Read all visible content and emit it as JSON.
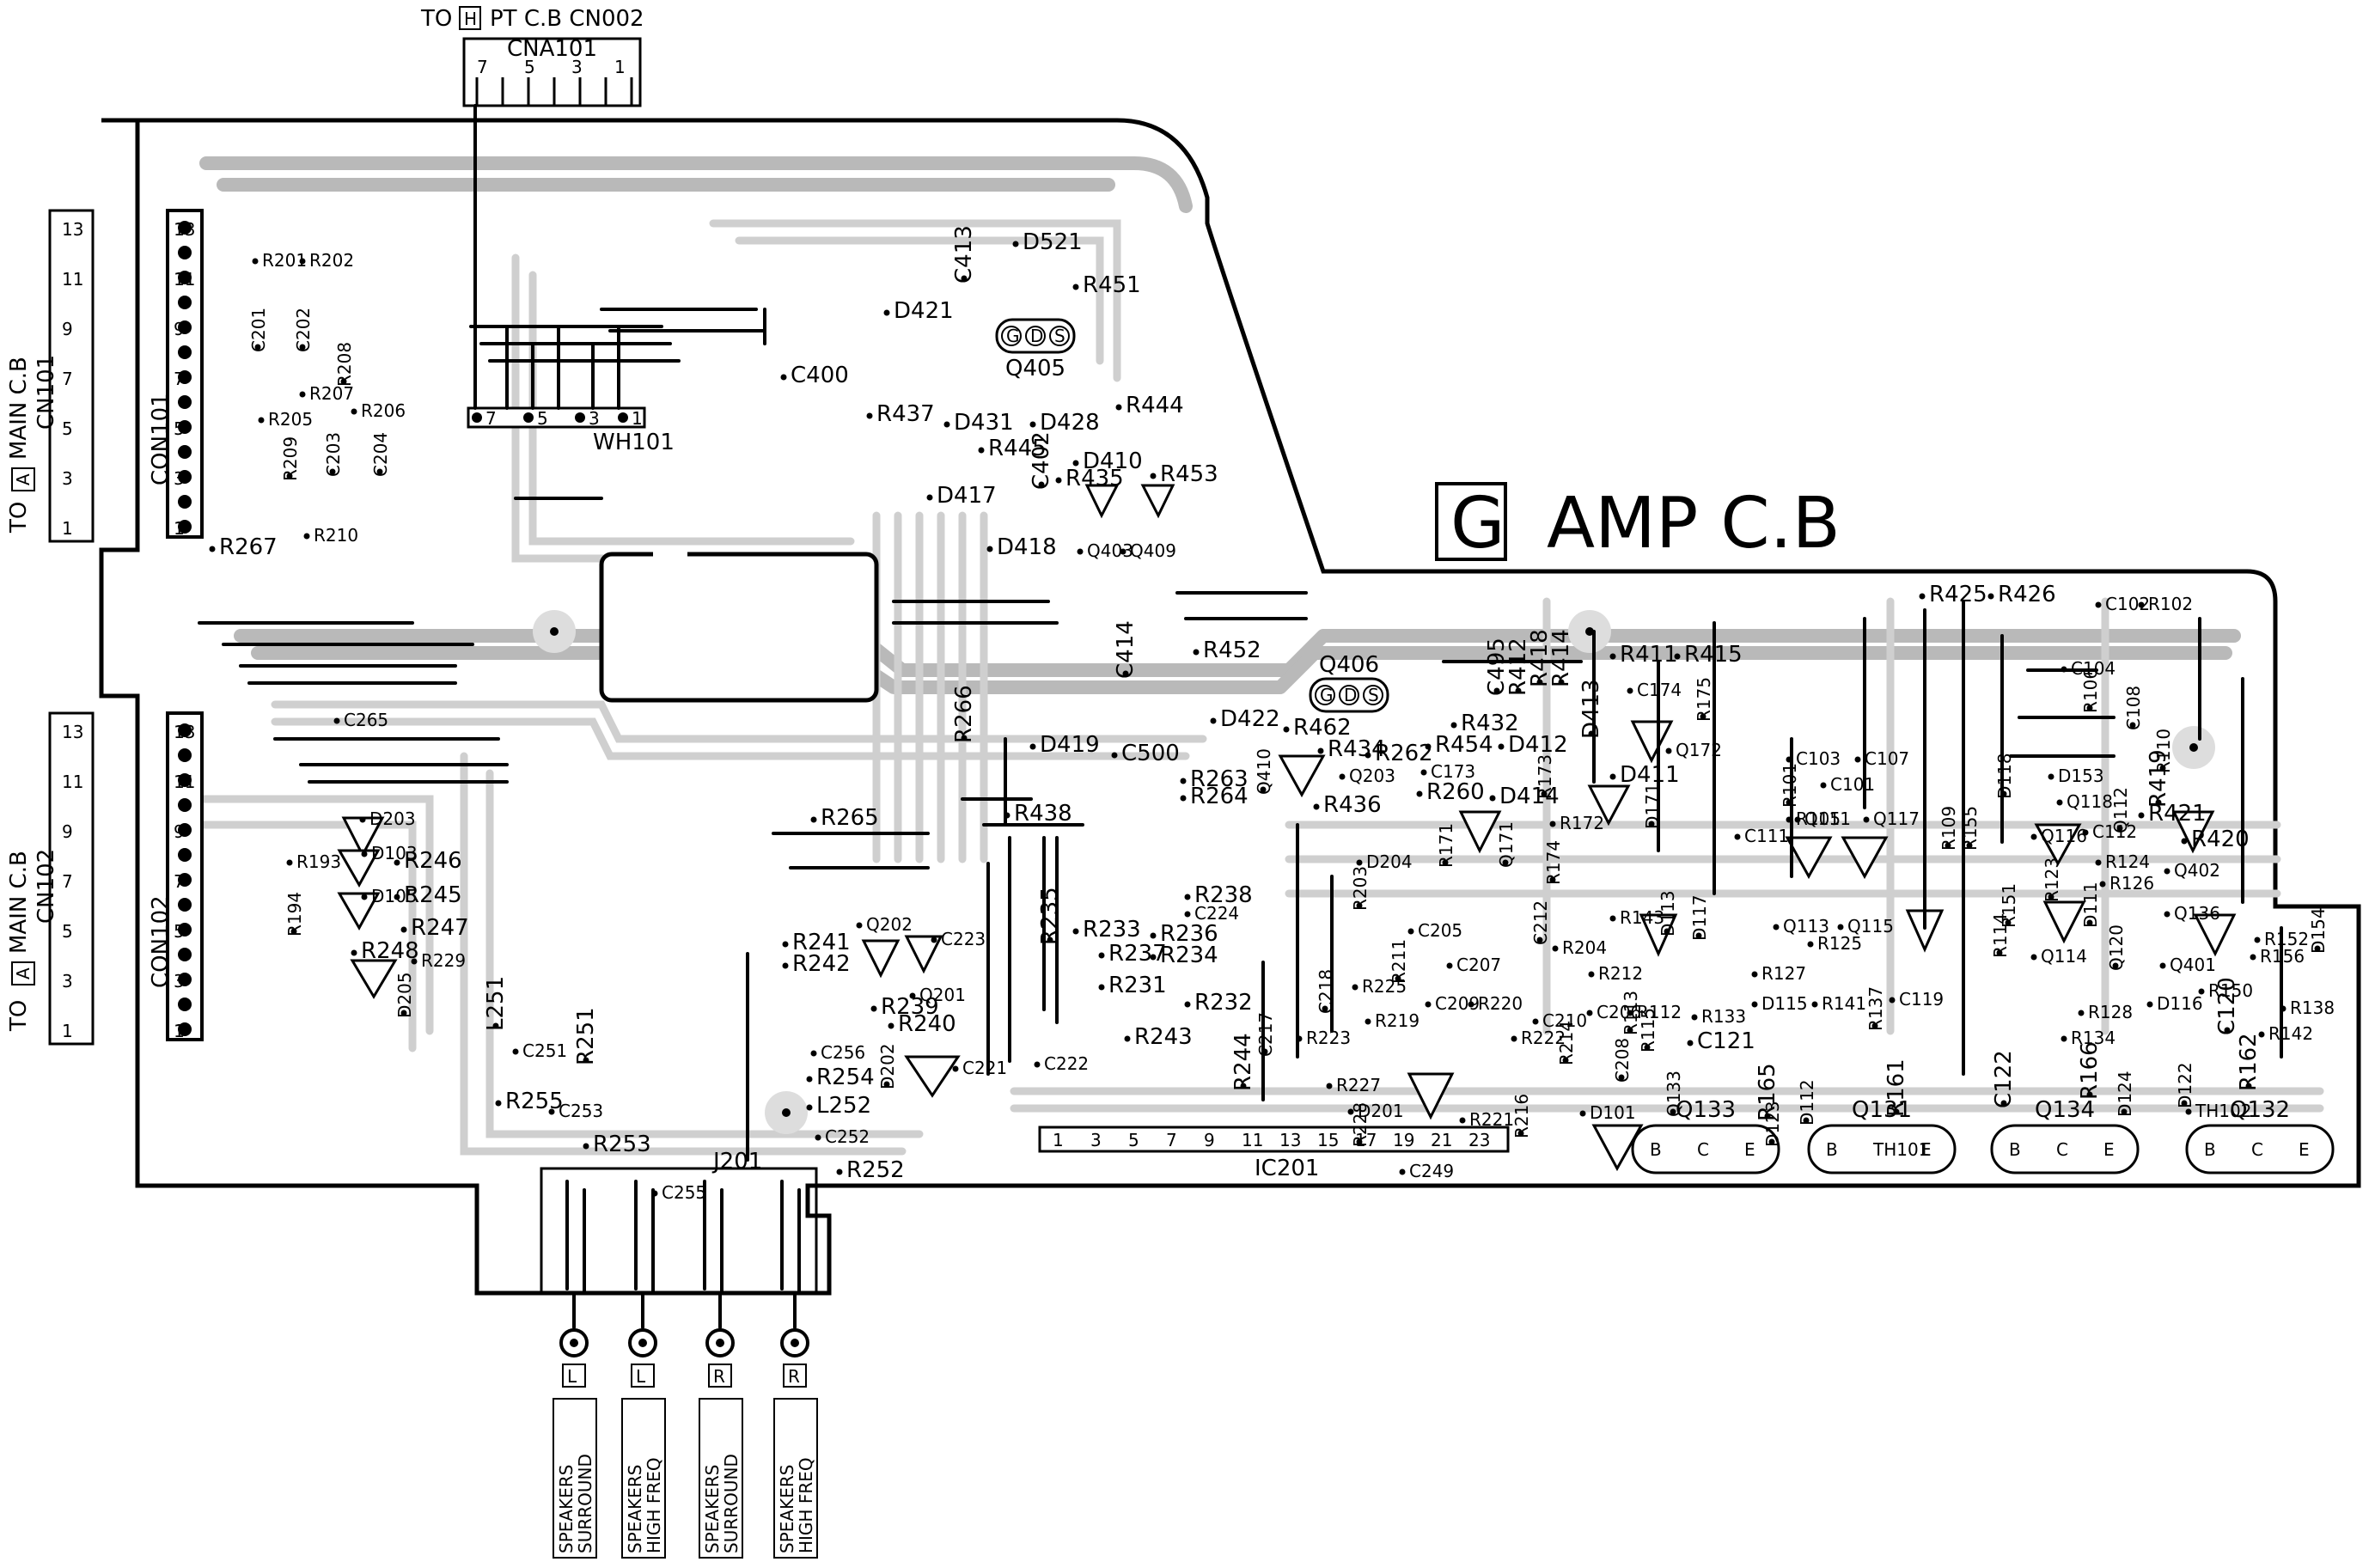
{
  "board_title": {
    "box_letter": "G",
    "text": "AMP C.B"
  },
  "top_link": {
    "prefix": "TO",
    "box_letter": "H",
    "text": "PT C.B CN002",
    "connector": "CNA101",
    "pins": [
      "7",
      "5",
      "3",
      "1"
    ]
  },
  "left_links": [
    {
      "prefix": "TO",
      "box_letter": "A",
      "text": "MAIN C.B",
      "sub": "CN101",
      "connector": "CON101",
      "pins": [
        "13",
        "11",
        "9",
        "7",
        "5",
        "3",
        "1"
      ]
    },
    {
      "prefix": "TO",
      "box_letter": "A",
      "text": "MAIN C.B",
      "sub": "CN102",
      "connector": "CON102",
      "pins": [
        "13",
        "11",
        "9",
        "7",
        "5",
        "3",
        "1"
      ]
    }
  ],
  "wire_harness": {
    "name": "WH101",
    "pins": [
      "7",
      "5",
      "3",
      "1"
    ]
  },
  "ic": {
    "name": "IC201",
    "pins": [
      "1",
      "3",
      "5",
      "7",
      "9",
      "11",
      "13",
      "15",
      "17",
      "19",
      "21",
      "23"
    ]
  },
  "jack": {
    "name": "J201"
  },
  "outputs": [
    {
      "channel": "L",
      "line1": "SPEAKERS",
      "line2": "SURROUND"
    },
    {
      "channel": "L",
      "line1": "SPEAKERS",
      "line2": "HIGH FREQ"
    },
    {
      "channel": "R",
      "line1": "SPEAKERS",
      "line2": "SURROUND"
    },
    {
      "channel": "R",
      "line1": "SPEAKERS",
      "line2": "HIGH FREQ"
    }
  ],
  "transistors_large": [
    {
      "name": "Q133",
      "pins": [
        "B",
        "C",
        "E"
      ]
    },
    {
      "name": "Q131",
      "pins": [
        "B",
        "TH101",
        "E"
      ]
    },
    {
      "name": "Q134",
      "pins": [
        "B",
        "C",
        "E"
      ]
    },
    {
      "name": "Q132",
      "pins": [
        "B",
        "C",
        "E"
      ]
    }
  ],
  "transistor_groups": [
    {
      "name": "Q405",
      "pins": [
        "G",
        "D",
        "S"
      ]
    },
    {
      "name": "Q406",
      "pins": [
        "G",
        "D",
        "S"
      ]
    }
  ],
  "components": [
    {
      "ref": "D521"
    },
    {
      "ref": "C413"
    },
    {
      "ref": "R451"
    },
    {
      "ref": "D421"
    },
    {
      "ref": "C400"
    },
    {
      "ref": "R437"
    },
    {
      "ref": "D431"
    },
    {
      "ref": "D428"
    },
    {
      "ref": "R444"
    },
    {
      "ref": "R445"
    },
    {
      "ref": "D410"
    },
    {
      "ref": "R453"
    },
    {
      "ref": "R435"
    },
    {
      "ref": "D417"
    },
    {
      "ref": "C402"
    },
    {
      "ref": "D418"
    },
    {
      "ref": "Q403"
    },
    {
      "ref": "Q409"
    },
    {
      "ref": "R201"
    },
    {
      "ref": "R202"
    },
    {
      "ref": "C201"
    },
    {
      "ref": "C202"
    },
    {
      "ref": "R208"
    },
    {
      "ref": "R207"
    },
    {
      "ref": "R205"
    },
    {
      "ref": "R206"
    },
    {
      "ref": "R209"
    },
    {
      "ref": "C203"
    },
    {
      "ref": "C204"
    },
    {
      "ref": "R267"
    },
    {
      "ref": "R210"
    },
    {
      "ref": "C414"
    },
    {
      "ref": "R452"
    },
    {
      "ref": "D422"
    },
    {
      "ref": "R266"
    },
    {
      "ref": "D419"
    },
    {
      "ref": "C500"
    },
    {
      "ref": "C265"
    },
    {
      "ref": "R265"
    },
    {
      "ref": "R438"
    },
    {
      "ref": "R263"
    },
    {
      "ref": "R264"
    },
    {
      "ref": "Q410"
    },
    {
      "ref": "R462"
    },
    {
      "ref": "R434"
    },
    {
      "ref": "R436"
    },
    {
      "ref": "D204"
    },
    {
      "ref": "R262"
    },
    {
      "ref": "Q203"
    },
    {
      "ref": "D203"
    },
    {
      "ref": "D103"
    },
    {
      "ref": "R193"
    },
    {
      "ref": "R246"
    },
    {
      "ref": "D105"
    },
    {
      "ref": "R245"
    },
    {
      "ref": "R194"
    },
    {
      "ref": "R247"
    },
    {
      "ref": "R248"
    },
    {
      "ref": "R229"
    },
    {
      "ref": "D205"
    },
    {
      "ref": "L251"
    },
    {
      "ref": "C251"
    },
    {
      "ref": "R251"
    },
    {
      "ref": "R255"
    },
    {
      "ref": "C253"
    },
    {
      "ref": "R253"
    },
    {
      "ref": "C255"
    },
    {
      "ref": "Q202"
    },
    {
      "ref": "R241"
    },
    {
      "ref": "R242"
    },
    {
      "ref": "C223"
    },
    {
      "ref": "Q201"
    },
    {
      "ref": "R239"
    },
    {
      "ref": "R240"
    },
    {
      "ref": "C256"
    },
    {
      "ref": "R254"
    },
    {
      "ref": "D202"
    },
    {
      "ref": "L252"
    },
    {
      "ref": "C252"
    },
    {
      "ref": "R252"
    },
    {
      "ref": "C221"
    },
    {
      "ref": "C222"
    },
    {
      "ref": "R235"
    },
    {
      "ref": "R233"
    },
    {
      "ref": "R237"
    },
    {
      "ref": "R238"
    },
    {
      "ref": "C224"
    },
    {
      "ref": "R236"
    },
    {
      "ref": "R234"
    },
    {
      "ref": "R231"
    },
    {
      "ref": "R232"
    },
    {
      "ref": "R243"
    },
    {
      "ref": "R244"
    },
    {
      "ref": "C217"
    },
    {
      "ref": "C218"
    },
    {
      "ref": "R225"
    },
    {
      "ref": "R223"
    },
    {
      "ref": "R219"
    },
    {
      "ref": "R211"
    },
    {
      "ref": "R203"
    },
    {
      "ref": "C205"
    },
    {
      "ref": "C207"
    },
    {
      "ref": "C212"
    },
    {
      "ref": "R204"
    },
    {
      "ref": "R212"
    },
    {
      "ref": "C206"
    },
    {
      "ref": "C208"
    },
    {
      "ref": "R220"
    },
    {
      "ref": "C209"
    },
    {
      "ref": "C210"
    },
    {
      "ref": "R222"
    },
    {
      "ref": "R214"
    },
    {
      "ref": "R216"
    },
    {
      "ref": "R221"
    },
    {
      "ref": "R227"
    },
    {
      "ref": "D201"
    },
    {
      "ref": "R228"
    },
    {
      "ref": "C249"
    },
    {
      "ref": "D101"
    },
    {
      "ref": "R412"
    },
    {
      "ref": "R418"
    },
    {
      "ref": "R414"
    },
    {
      "ref": "C495"
    },
    {
      "ref": "R432"
    },
    {
      "ref": "R454"
    },
    {
      "ref": "D412"
    },
    {
      "ref": "C173"
    },
    {
      "ref": "R260"
    },
    {
      "ref": "D414"
    },
    {
      "ref": "Q171"
    },
    {
      "ref": "R171"
    },
    {
      "ref": "R173"
    },
    {
      "ref": "R172"
    },
    {
      "ref": "R174"
    },
    {
      "ref": "D413"
    },
    {
      "ref": "R411"
    },
    {
      "ref": "C174"
    },
    {
      "ref": "R415"
    },
    {
      "ref": "R175"
    },
    {
      "ref": "Q172"
    },
    {
      "ref": "D411"
    },
    {
      "ref": "D171"
    },
    {
      "ref": "D113"
    },
    {
      "ref": "D117"
    },
    {
      "ref": "R143"
    },
    {
      "ref": "Q133"
    },
    {
      "ref": "R113"
    },
    {
      "ref": "R115"
    },
    {
      "ref": "R112"
    },
    {
      "ref": "R133"
    },
    {
      "ref": "C121"
    },
    {
      "ref": "R165"
    },
    {
      "ref": "D123"
    },
    {
      "ref": "D112"
    },
    {
      "ref": "R127"
    },
    {
      "ref": "D115"
    },
    {
      "ref": "Q113"
    },
    {
      "ref": "R125"
    },
    {
      "ref": "Q115"
    },
    {
      "ref": "R141"
    },
    {
      "ref": "R137"
    },
    {
      "ref": "R161"
    },
    {
      "ref": "C119"
    },
    {
      "ref": "R425"
    },
    {
      "ref": "R426"
    },
    {
      "ref": "C102"
    },
    {
      "ref": "R102"
    },
    {
      "ref": "C104"
    },
    {
      "ref": "R106"
    },
    {
      "ref": "C108"
    },
    {
      "ref": "R110"
    },
    {
      "ref": "C103"
    },
    {
      "ref": "C107"
    },
    {
      "ref": "R101"
    },
    {
      "ref": "R105"
    },
    {
      "ref": "C101"
    },
    {
      "ref": "C111"
    },
    {
      "ref": "Q111"
    },
    {
      "ref": "Q117"
    },
    {
      "ref": "R109"
    },
    {
      "ref": "R155"
    },
    {
      "ref": "D118"
    },
    {
      "ref": "D153"
    },
    {
      "ref": "Q118"
    },
    {
      "ref": "Q116"
    },
    {
      "ref": "C112"
    },
    {
      "ref": "Q112"
    },
    {
      "ref": "R421"
    },
    {
      "ref": "R419"
    },
    {
      "ref": "R420"
    },
    {
      "ref": "Q402"
    },
    {
      "ref": "R124"
    },
    {
      "ref": "R126"
    },
    {
      "ref": "D111"
    },
    {
      "ref": "Q114"
    },
    {
      "ref": "Q120"
    },
    {
      "ref": "Q136"
    },
    {
      "ref": "Q401"
    },
    {
      "ref": "R152"
    },
    {
      "ref": "R156"
    },
    {
      "ref": "D154"
    },
    {
      "ref": "R138"
    },
    {
      "ref": "R142"
    },
    {
      "ref": "R128"
    },
    {
      "ref": "R134"
    },
    {
      "ref": "D116"
    },
    {
      "ref": "R150"
    },
    {
      "ref": "C120"
    },
    {
      "ref": "R166"
    },
    {
      "ref": "D124"
    },
    {
      "ref": "D122"
    },
    {
      "ref": "R162"
    },
    {
      "ref": "TH102"
    },
    {
      "ref": "C122"
    },
    {
      "ref": "R114"
    },
    {
      "ref": "R151"
    },
    {
      "ref": "R123"
    }
  ]
}
